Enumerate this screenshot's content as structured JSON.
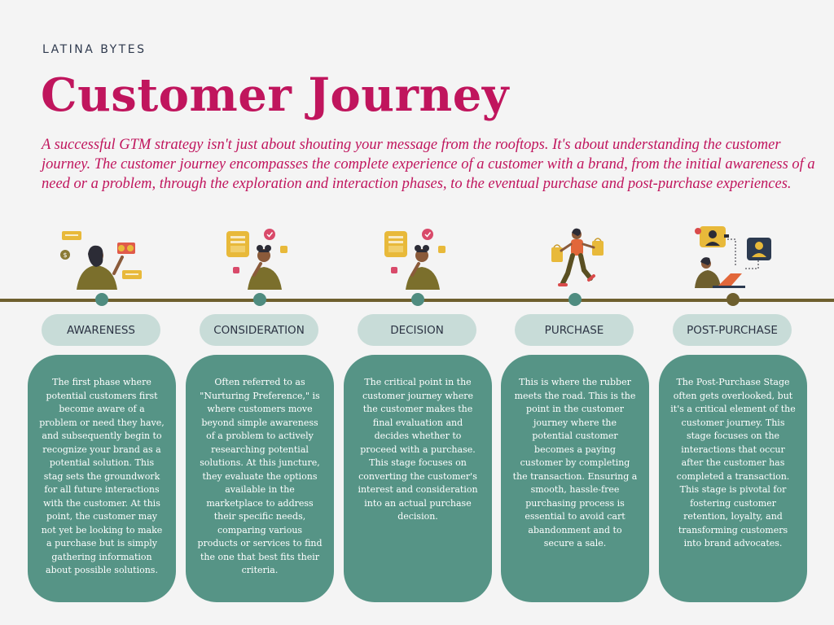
{
  "header": {
    "brand": "LATINA BYTES",
    "title": "Customer Journey",
    "intro": "A successful GTM strategy isn't just about shouting your message from the rooftops. It's about understanding the customer journey. The customer journey encompasses the complete experience of a customer with a brand, from the initial awareness of a need or a problem, through the exploration and interaction phases, to the eventual purchase and post-purchase experiences."
  },
  "colors": {
    "accent": "#c0155d",
    "teal": "#569486",
    "pill": "#c8dcd8",
    "timeline": "#6e5f2e",
    "mustard": "#e8b93a"
  },
  "stages": [
    {
      "label": "AWARENESS",
      "icon": "person-money-ideas-illustration",
      "text": "The first phase where potential customers first become aware of a problem or need they have, and subsequently begin to recognize your brand as a potential solution. This stag sets the groundwork for all future interactions with the customer. At this point, the customer may not yet be looking to make a purchase but is simply gathering information about possible solutions."
    },
    {
      "label": "CONSIDERATION",
      "icon": "person-evaluating-options-illustration",
      "text": "Often referred to as \"Nurturing Preference,\" is where customers move beyond simple awareness of a problem to actively researching potential solutions. At this juncture, they evaluate the options available in the marketplace to address their specific needs, comparing various products or services to find the one that best fits their criteria."
    },
    {
      "label": "DECISION",
      "icon": "person-deciding-illustration",
      "text": "The critical point in the customer journey where the customer makes the final evaluation and decides whether to proceed with a purchase. This stage focuses on converting the customer's interest and consideration into an actual purchase decision."
    },
    {
      "label": "PURCHASE",
      "icon": "person-shopping-bags-illustration",
      "text": "This is where the rubber meets the road. This is the point in the customer journey where the potential customer becomes a paying customer by completing the transaction. Ensuring a smooth, hassle-free purchasing process is essential to avoid cart abandonment and to secure a sale."
    },
    {
      "label": "POST-PURCHASE",
      "icon": "person-laptop-support-illustration",
      "text": "The Post-Purchase Stage often gets overlooked, but it's a critical element of the customer journey. This stage focuses on the interactions that occur after the customer has completed a transaction. This stage is pivotal for fostering customer retention, loyalty, and transforming customers into brand advocates."
    }
  ]
}
